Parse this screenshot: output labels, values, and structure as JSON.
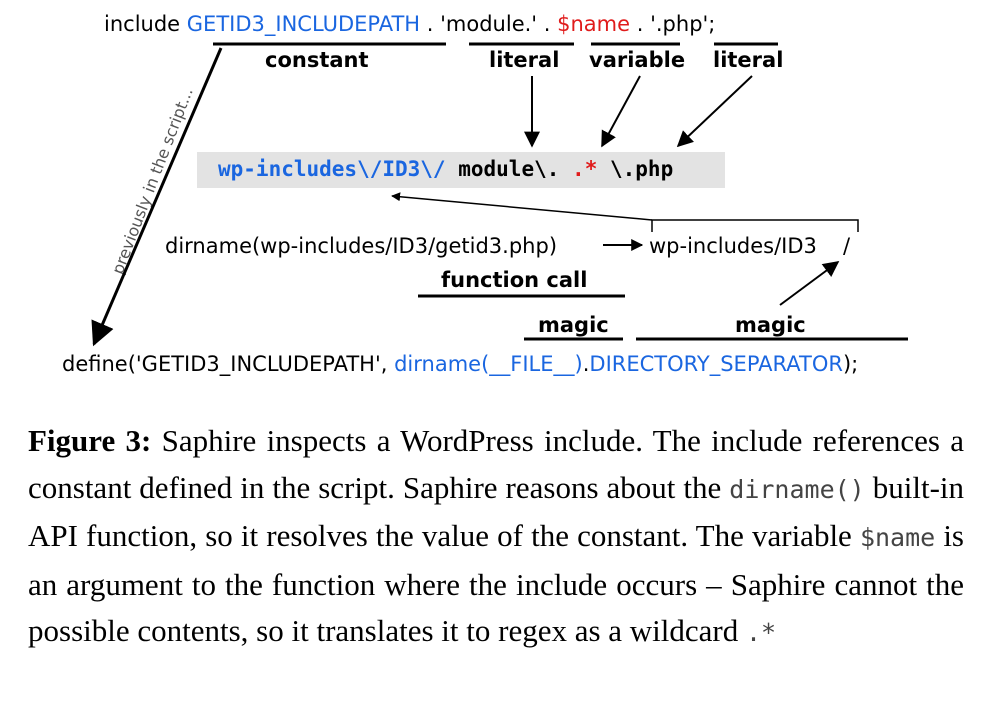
{
  "line1": {
    "include_kw": "include",
    "constant": "GETID3_INCLUDEPATH",
    "dot1": ".",
    "module_literal": "'module.'",
    "dot2": ".",
    "variable": "$name",
    "dot3": ".",
    "php_literal": "'.php';"
  },
  "labels": {
    "constant": "constant",
    "literal1": "literal",
    "variable": "variable",
    "literal2": "literal",
    "function_call": "function call",
    "magic1": "magic",
    "magic2": "magic"
  },
  "regex": {
    "part1": "wp-includes\\/ID3\\/",
    "part2": "module\\.",
    "part3": ".*",
    "part4": "\\.php"
  },
  "dirname_line": {
    "call": "dirname(wp-includes/ID3/getid3.php)",
    "result": "wp-includes/ID3",
    "separator": "/"
  },
  "diagonal_note": "previously in the script...",
  "define_line": {
    "prefix": "define('GETID3_INCLUDEPATH', ",
    "dirname": "dirname(__FILE__)",
    "dot": ".",
    "dir_sep": "DIRECTORY_SEPARATOR",
    "suffix": ");"
  },
  "caption": {
    "label": "Figure 3:",
    "text1": " Saphire inspects a WordPress include. The include references a constant defined in the script. Saphire reasons about the ",
    "code1": "dirname()",
    "text2": " built-in API function, so it resolves the value of the constant. The variable ",
    "code2": "$name",
    "text3": " is an argument to the function where the include occurs – Saphire cannot the possible contents, so it translates it to regex as a wildcard ",
    "code3": ".*"
  },
  "colors": {
    "blue": "#1a66e0",
    "red": "#e01b1b",
    "box": "#e3e3e3"
  }
}
